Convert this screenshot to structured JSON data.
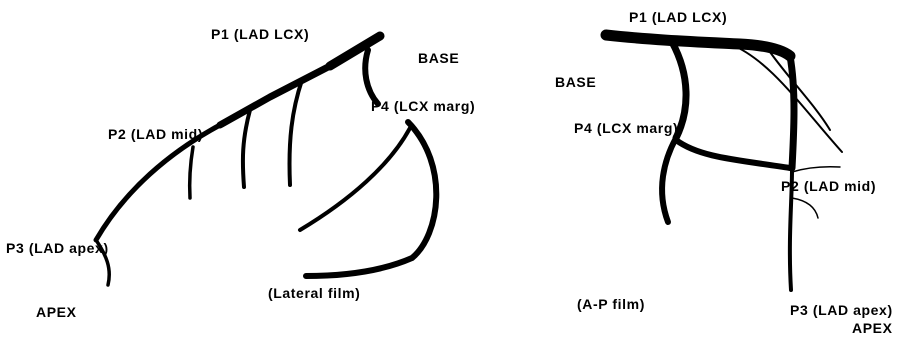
{
  "lateral": {
    "p1": "P1 (LAD LCX)",
    "base": "BASE",
    "p4": "P4 (LCX marg)",
    "p2": "P2 (LAD mid)",
    "p3": "P3 (LAD apex)",
    "apex": "APEX",
    "film": "(Lateral film)"
  },
  "ap": {
    "p1": "P1 (LAD LCX)",
    "base": "BASE",
    "p4": "P4 (LCX marg)",
    "p2": "P2 (LAD mid)",
    "p3": "P3 (LAD apex)",
    "apex": "APEX",
    "film": "(A-P film)"
  }
}
